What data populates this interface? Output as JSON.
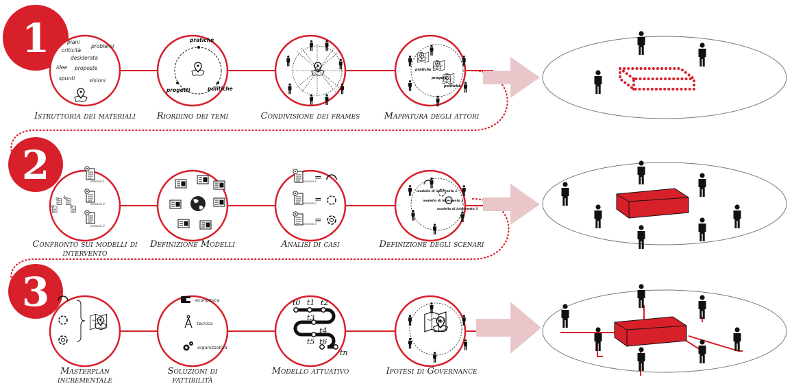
{
  "steps": [
    {
      "number": "1",
      "color": "#d7202a"
    },
    {
      "number": "2",
      "color": "#d7202a"
    },
    {
      "number": "3",
      "color": "#d7202a"
    }
  ],
  "captions": {
    "r1": [
      "Istruttoria dei materiali",
      "Riordino dei temi",
      "Condivisione dei frames",
      "Mappatura degli attori"
    ],
    "r2": [
      "Confronto sui modelli di intervento",
      "Definizione Modelli",
      "Analisi di casi",
      "Definizione degli scenari"
    ],
    "r3": [
      "Masterplan incrementale",
      "Soluzioni di fattibilità",
      "Modello attuativo",
      "Ipotesi di Governance"
    ]
  },
  "c1_words": [
    "piani",
    "problemi",
    "criticità",
    "desiderata",
    "idee",
    "proposte",
    "spunti",
    "visioni"
  ],
  "c2_labels": [
    "pratiche",
    "progetti",
    "politiche"
  ],
  "c4_labels": [
    "pratiche",
    "progetti",
    "politiche"
  ],
  "scenario_labels": [
    "scenario 1",
    "scenario 2",
    "scenario 3"
  ],
  "intervention_labels": [
    "modello di intervento 1",
    "modello di intervento 2",
    "modello di intervento 3"
  ],
  "equals_sign": "=",
  "plus_sign": "+",
  "feasibility": [
    "economica",
    "tecnica",
    "organizzativa"
  ],
  "timeline_labels": [
    "t0",
    "t1",
    "t2",
    "t3",
    "t4",
    "t5",
    "t6",
    "tn"
  ],
  "icons": [
    "map-pin-icon",
    "document-icon",
    "globe-icon",
    "wallet-icon",
    "compass-icon",
    "gears-icon",
    "person-icon",
    "arrow-right-icon"
  ],
  "colors": {
    "accent": "#d7202a",
    "arrow": "#e8c6ca",
    "ink": "#111111",
    "ellipse": "#777777"
  }
}
